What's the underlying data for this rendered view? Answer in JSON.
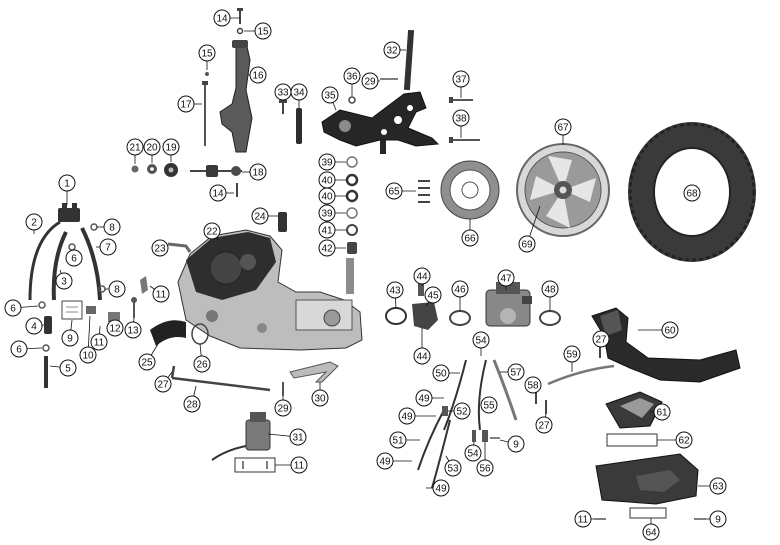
{
  "diagram": {
    "colors": {
      "ink": "#111111",
      "part_dark": "#2b2b2b",
      "part_mid": "#6d6d6d",
      "part_light": "#b9b9b9",
      "part_pale": "#dedede",
      "tire": "#3a3a3a"
    },
    "callouts": [
      "14",
      "15",
      "15",
      "16",
      "17",
      "32",
      "33",
      "34",
      "35",
      "36",
      "29",
      "37",
      "38",
      "21",
      "20",
      "19",
      "18",
      "14",
      "39",
      "40",
      "40",
      "39",
      "41",
      "42",
      "65",
      "66",
      "67",
      "68",
      "69",
      "1",
      "8",
      "2",
      "6",
      "7",
      "3",
      "22",
      "23",
      "24",
      "11",
      "6",
      "8",
      "4",
      "9",
      "10",
      "11",
      "12",
      "13",
      "6",
      "5",
      "25",
      "26",
      "27",
      "28",
      "29",
      "30",
      "31",
      "11",
      "43",
      "44",
      "45",
      "46",
      "47",
      "48",
      "44",
      "54",
      "60",
      "27",
      "59",
      "50",
      "57",
      "58",
      "49",
      "52",
      "55",
      "27",
      "51",
      "49",
      "54",
      "9",
      "61",
      "62",
      "49",
      "53",
      "56",
      "63",
      "49",
      "11",
      "9",
      "64"
    ]
  }
}
